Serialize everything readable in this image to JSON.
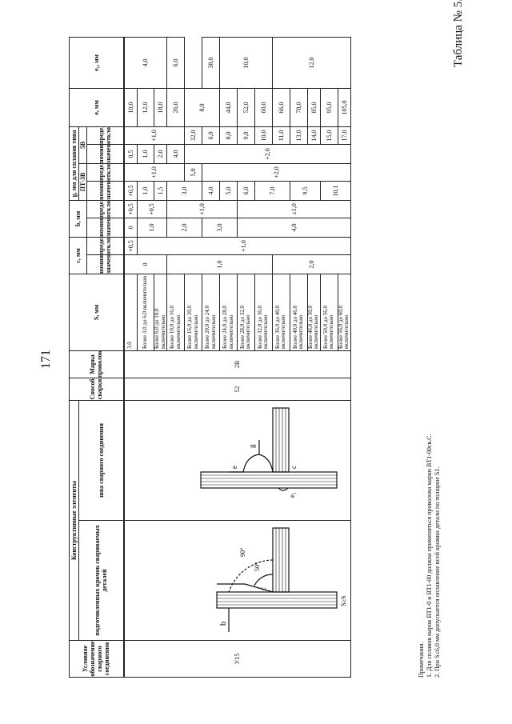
{
  "page_number": "171",
  "table_caption": "Таблица № 5.65",
  "headers": {
    "designation": "Условное обозначение сварного соединения",
    "structural": "Конструктивные элементы",
    "prepared_edges": "подготовленных кромок свариваемых деталей",
    "weld_seam": "шва сварного соединения",
    "method": "Способ сварки",
    "wire": "Марка проволоки",
    "s": "S, мм",
    "c": "c, мм",
    "b": "b, мм",
    "g": "g, мм для сплавов типа",
    "pt3v": "ПТ-3В",
    "v5": "5В",
    "e": "e, мм",
    "e1": "e₁, мм",
    "nominal": "номинальное значение",
    "deviation": "предельное отклонение"
  },
  "row_values": {
    "designation": "У15",
    "method": "52",
    "wire": "2В"
  },
  "s_values": [
    "3,0",
    "Более 3,0 до 6,0 включительно",
    "Более 6,0 до 10,0 включительно",
    "Более 10,0 до 16,0 включительно",
    "Более 16,0 до 20,0 включительно",
    "Более 20,0 до 24,0 включительно",
    "Более 24,0 до 28,0 включительно",
    "Более 28,0 до 32,0 включительно",
    "Более 32,0 до 36,0 включительно",
    "Более 36,0 до 40,0 включительно",
    "Более 40,0 до 46,0 включительно",
    "Более 46,0 до 50,0 включительно",
    "Более 50,0 до 56,0 включительно",
    "Более 56,0 до 60,0 включительно"
  ],
  "values": {
    "c_nom_1": "0",
    "c_nom_2": "1,0",
    "c_nom_3": "2,0",
    "c_dev_1": "+0,5",
    "c_dev_2": "+1,0",
    "b_nom_1": "0",
    "b_nom_2": "1,0",
    "b_nom_3": "2,0",
    "b_nom_4": "3,0",
    "b_nom_5": "4,0",
    "b_dev_1": "+0,5",
    "b_dev_2": "+1,0",
    "b_dev_3": "±1,0",
    "g1_nom": [
      "+0,5",
      "1,0",
      "1,5",
      "3,0",
      "4,0",
      "5,0",
      "6,0",
      "7,0",
      "9,5",
      "10,1"
    ],
    "g1_dev_1": "+1,0",
    "g1_dev_2": "+2,0",
    "g2_nom": [
      "0,5",
      "1,0",
      "2,0",
      "4,0",
      "5,0",
      "6,0",
      "8,0",
      "9,0",
      "10,0",
      "11,0",
      "13,0",
      "14,0",
      "15,0",
      "17,0"
    ],
    "g2_dev_1": "+1,0",
    "g2_dev_2": "+2,0",
    "e_vals": [
      "10,0",
      "12,0",
      "18,0",
      "26,0",
      "32,0",
      "38,0",
      "44,0",
      "52,0",
      "60,0",
      "66,0",
      "78,0",
      "85,0",
      "95,0",
      "105,0"
    ],
    "e1_vals": [
      "4,0",
      "6,0",
      "8,0",
      "10,0",
      "12,0"
    ]
  },
  "drawing": {
    "label_b": "b",
    "label_c": "c",
    "label_s": "S≥S",
    "angle_50": "50°",
    "angle_90": "90°",
    "label_e": "e",
    "label_g": "g",
    "label_c_sq": "c",
    "label_e1": "e₁"
  },
  "notes": {
    "title": "Примечания.",
    "n1": "1. Для сплавов марок ВТ1-0 и ВТ1-00 должна применяться проволока марки ВТ1-00св.С.",
    "n2": "2. При S≤6,0 мм допускается оплавление всей кромки детали по толщине S1."
  }
}
